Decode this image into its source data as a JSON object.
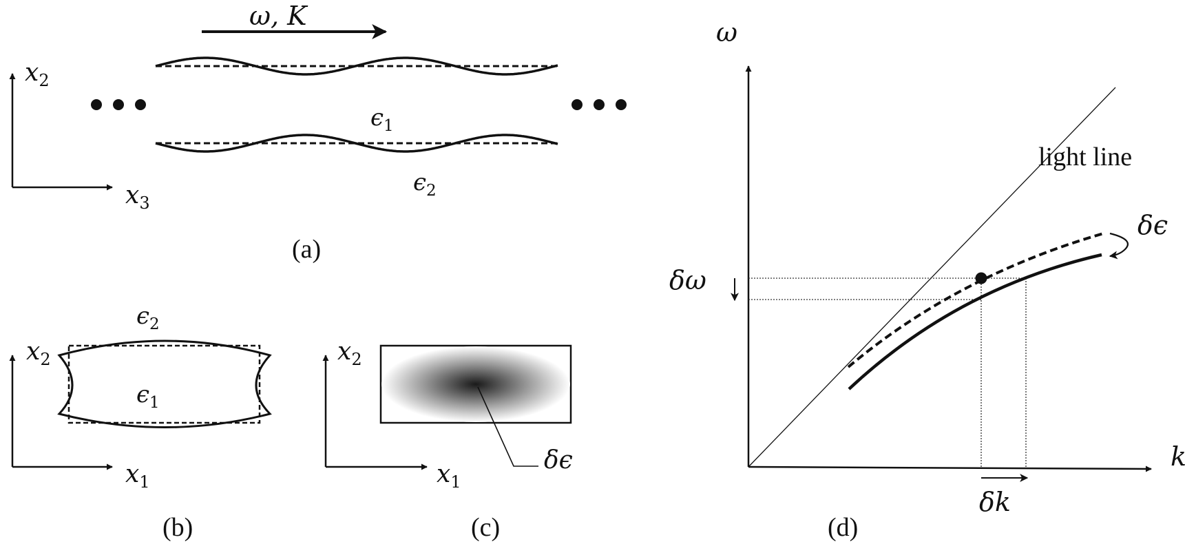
{
  "panel_a": {
    "caption": "(a)",
    "wave_label": "ω, K",
    "axis_y": "x",
    "axis_y_sub": "2",
    "axis_x": "x",
    "axis_x_sub": "3",
    "inner_label": "ϵ",
    "inner_sub": "1",
    "outer_label": "ϵ",
    "outer_sub": "2"
  },
  "panel_b": {
    "caption": "(b)",
    "axis_y": "x",
    "axis_y_sub": "2",
    "axis_x": "x",
    "axis_x_sub": "1",
    "outer_label": "ϵ",
    "outer_sub": "2",
    "inner_label": "ϵ",
    "inner_sub": "1"
  },
  "panel_c": {
    "caption": "(c)",
    "axis_y": "x",
    "axis_y_sub": "2",
    "axis_x": "x",
    "axis_x_sub": "1",
    "perturb_label": "δϵ"
  },
  "panel_d": {
    "caption": "(d)",
    "axis_y": "ω",
    "axis_x": "k",
    "light_line": "light line",
    "d_eps": "δϵ",
    "d_omega": "δω",
    "d_k": "δk"
  }
}
